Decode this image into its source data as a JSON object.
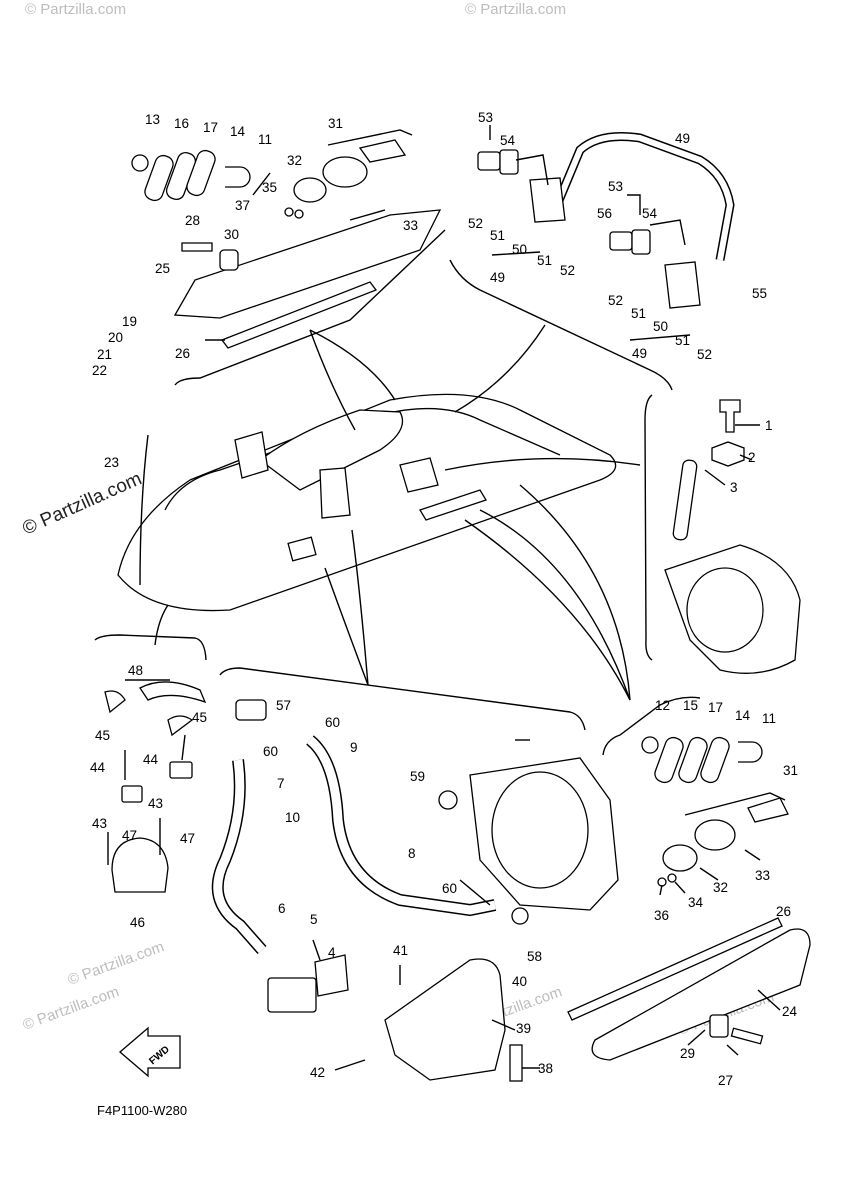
{
  "diagram": {
    "code": "F4P1100-W280",
    "fwd_label": "FWD",
    "watermark_text": "© Partzilla.com",
    "labels": [
      "1",
      "2",
      "3",
      "4",
      "5",
      "6",
      "7",
      "8",
      "9",
      "10",
      "11",
      "12",
      "13",
      "14",
      "15",
      "16",
      "17",
      "19",
      "20",
      "21",
      "22",
      "23",
      "24",
      "25",
      "26",
      "27",
      "28",
      "29",
      "30",
      "31",
      "32",
      "33",
      "34",
      "35",
      "36",
      "37",
      "38",
      "39",
      "40",
      "41",
      "42",
      "43",
      "44",
      "45",
      "46",
      "47",
      "48",
      "49",
      "50",
      "51",
      "52",
      "53",
      "54",
      "55",
      "56",
      "57",
      "58",
      "59",
      "60"
    ]
  }
}
